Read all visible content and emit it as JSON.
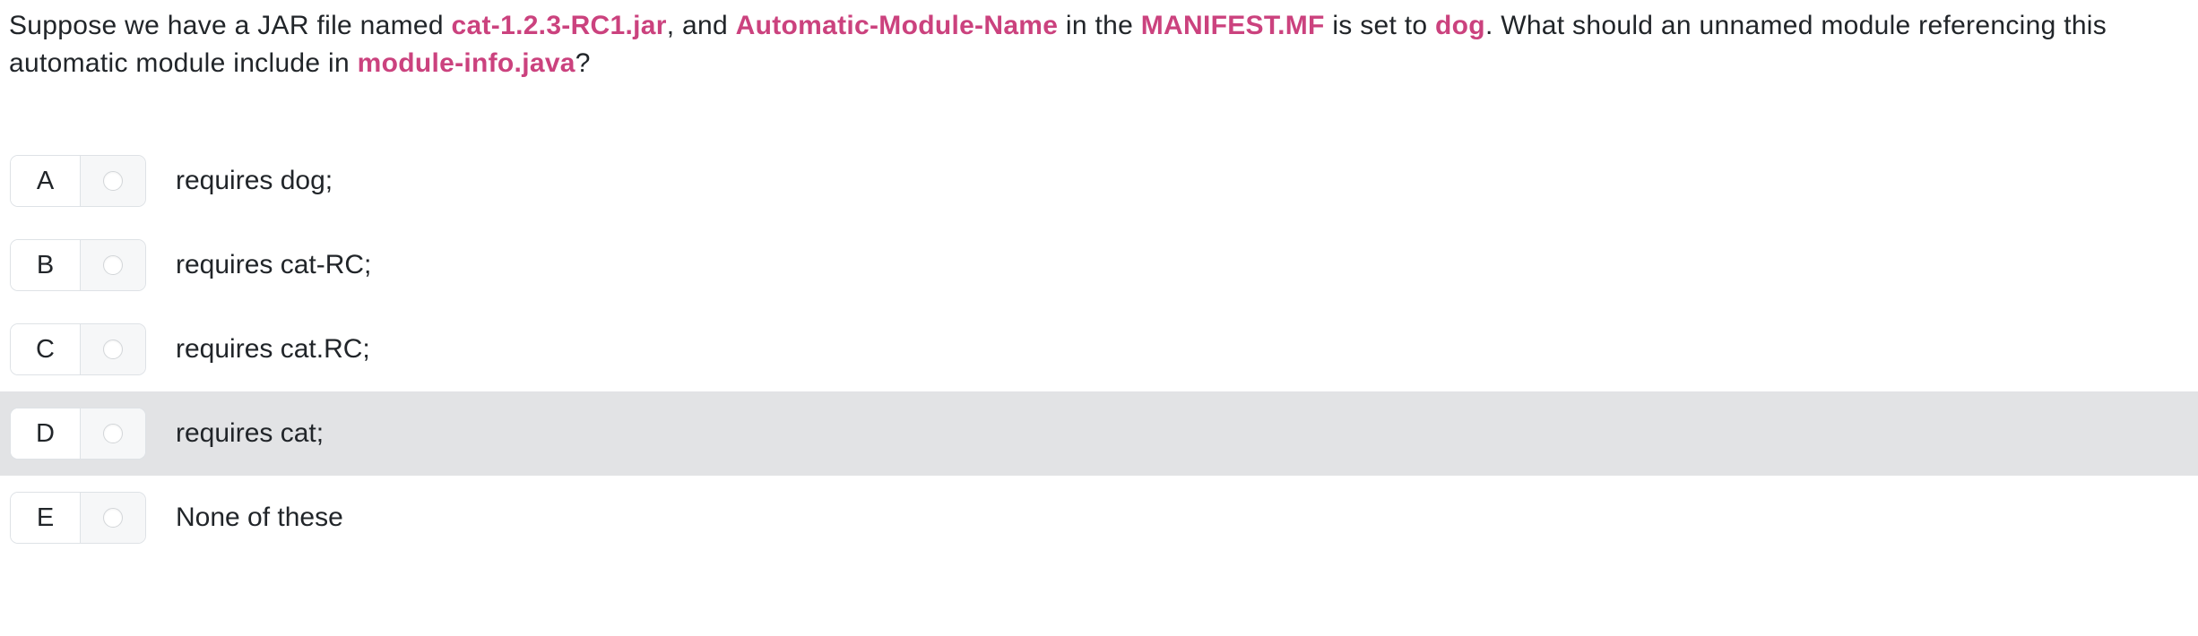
{
  "question": {
    "segments": [
      {
        "text": "Suppose we have a JAR file named ",
        "style": "plain"
      },
      {
        "text": "cat-1.2.3-RC1.jar",
        "style": "code"
      },
      {
        "text": ", and ",
        "style": "plain"
      },
      {
        "text": "Automatic-Module-Name",
        "style": "code"
      },
      {
        "text": " in the ",
        "style": "plain"
      },
      {
        "text": "MANIFEST.MF",
        "style": "code"
      },
      {
        "text": " is set to ",
        "style": "plain"
      },
      {
        "text": "dog",
        "style": "code"
      },
      {
        "text": ". What should an unnamed module referencing this automatic module include in ",
        "style": "plain"
      },
      {
        "text": "module-info.java",
        "style": "code"
      },
      {
        "text": "?",
        "style": "plain"
      }
    ],
    "full_text": "Suppose we have a JAR file named cat-1.2.3-RC1.jar, and Automatic-Module-Name in the MANIFEST.MF is set to dog. What should an unnamed module referencing this automatic module include in module-info.java?"
  },
  "options": [
    {
      "letter": "A",
      "label": "requires dog;",
      "selected": false,
      "highlighted": false
    },
    {
      "letter": "B",
      "label": "requires cat-RC;",
      "selected": false,
      "highlighted": false
    },
    {
      "letter": "C",
      "label": "requires cat.RC;",
      "selected": false,
      "highlighted": false
    },
    {
      "letter": "D",
      "label": "requires cat;",
      "selected": false,
      "highlighted": true
    },
    {
      "letter": "E",
      "label": "None of these",
      "selected": false,
      "highlighted": false
    }
  ],
  "colors": {
    "accent_code": "#cb427e",
    "text": "#212529",
    "row_highlight": "#e2e3e5",
    "toggle_border": "#dee2e6",
    "radio_cell_bg": "#f6f7f8",
    "page_bg": "#ffffff"
  },
  "icons": {
    "radio": "radio-unchecked-icon"
  }
}
